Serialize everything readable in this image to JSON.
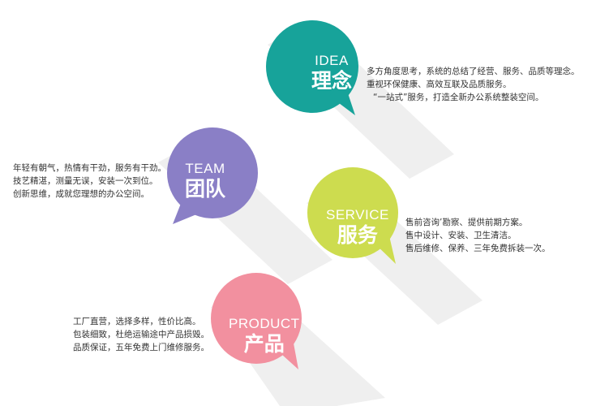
{
  "colors": {
    "idea": "#17a39a",
    "team": "#8a7fc6",
    "service": "#cddc4f",
    "product": "#f2909f",
    "shadow": "#eeeeee",
    "text": "#333333"
  },
  "sections": {
    "idea": {
      "title_en": "IDEA",
      "title_zh": "理念",
      "lines": [
        "多方角度思考，系统的总结了经营、服务、品质等理念。",
        "重视环保健康、高效互联及品质服务。",
        "“一站式”服务，打造全新办公系统整装空间。"
      ]
    },
    "team": {
      "title_en": "TEAM",
      "title_zh": "团队",
      "lines": [
        "年轻有朝气，热情有干劲，服务有干劲。",
        "技艺精湛，测量无误，安装一次到位。",
        "创新思维，成就您理想的办公空间。"
      ]
    },
    "service": {
      "title_en": "SERVICE",
      "title_zh": "服务",
      "lines": [
        "售前咨询’勘察、提供前期方案。",
        "售中设计、安装、卫生清洁。",
        "售后维修、保养、三年免费拆装一次。"
      ]
    },
    "product": {
      "title_en": "PRODUCT",
      "title_zh": "产品",
      "lines": [
        "工厂直营，选择多样，性价比高。",
        "包装细致，杜绝运输途中产品损毁。",
        "品质保证，五年免费上门维修服务。"
      ]
    }
  }
}
